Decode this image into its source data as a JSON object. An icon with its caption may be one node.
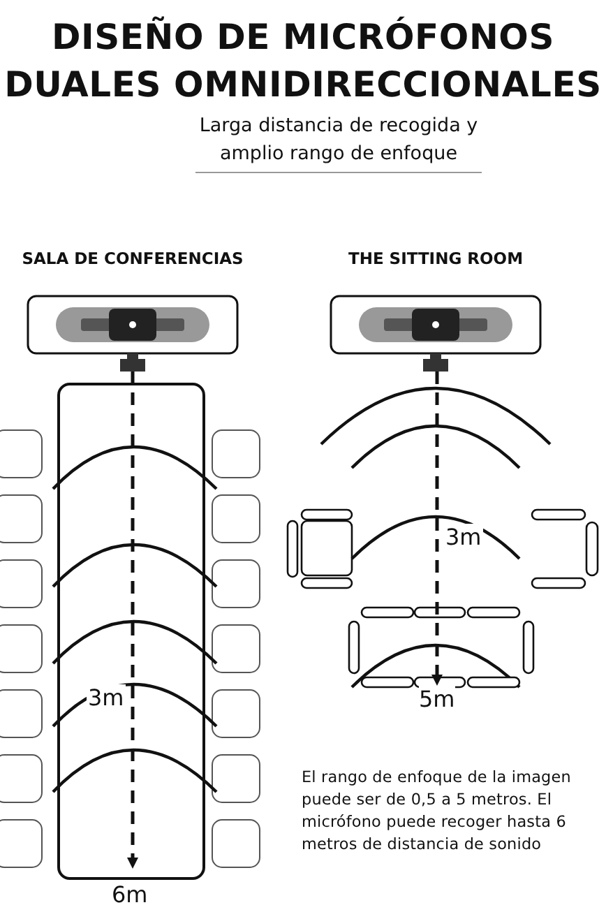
{
  "diagram": {
    "title": "DISEÑO DE MICRÓFONOS DUALES OMNIDIRECCIONALES",
    "labels": [
      "Larga distancia de recogida y amplio rango de enfoque",
      "SALA DE CONFERENCIAS",
      "THE SITTING ROOM",
      "3m",
      "3m",
      "5m",
      "El rango de enfoque de la imagen puede ser de 0,5 a 5 metros. El micrófono puede recoger hasta 6 metros de distancia de sonido",
      "6m"
    ]
  }
}
